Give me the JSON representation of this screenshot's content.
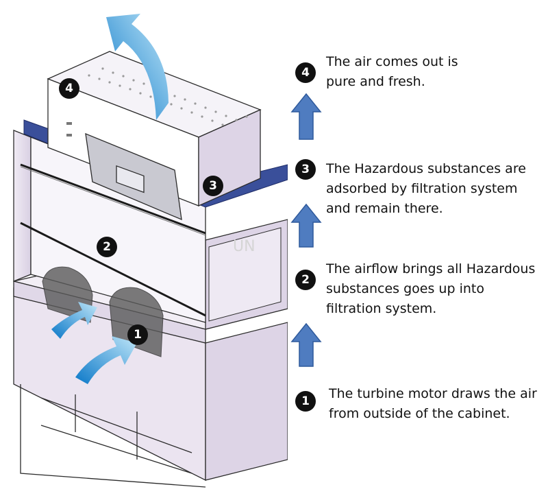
{
  "steps": [
    {
      "number": "4",
      "text_line1": "The air comes out is",
      "text_line2": "pure and fresh."
    },
    {
      "number": "3",
      "text_line1": "The Hazardous substances are",
      "text_line2": "adsorbed by filtration system",
      "text_line3": "and remain there."
    },
    {
      "number": "2",
      "text_line1": "The airflow brings all Hazardous",
      "text_line2": "substances goes up into",
      "text_line3": "filtration system."
    },
    {
      "number": "1",
      "text_line1": "The turbine motor draws the air",
      "text_line2": "from outside of the cabinet."
    }
  ],
  "diagram_markers": [
    "4",
    "3",
    "2",
    "1"
  ],
  "colors": {
    "cabinet_body": "#e8e1ee",
    "cabinet_shade": "#d6cde0",
    "blue_band": "#3a4f9a",
    "arrow_blue": "#4f7cc0",
    "airflow_blue": "#37a3e0",
    "outline": "#2b2b2b"
  }
}
